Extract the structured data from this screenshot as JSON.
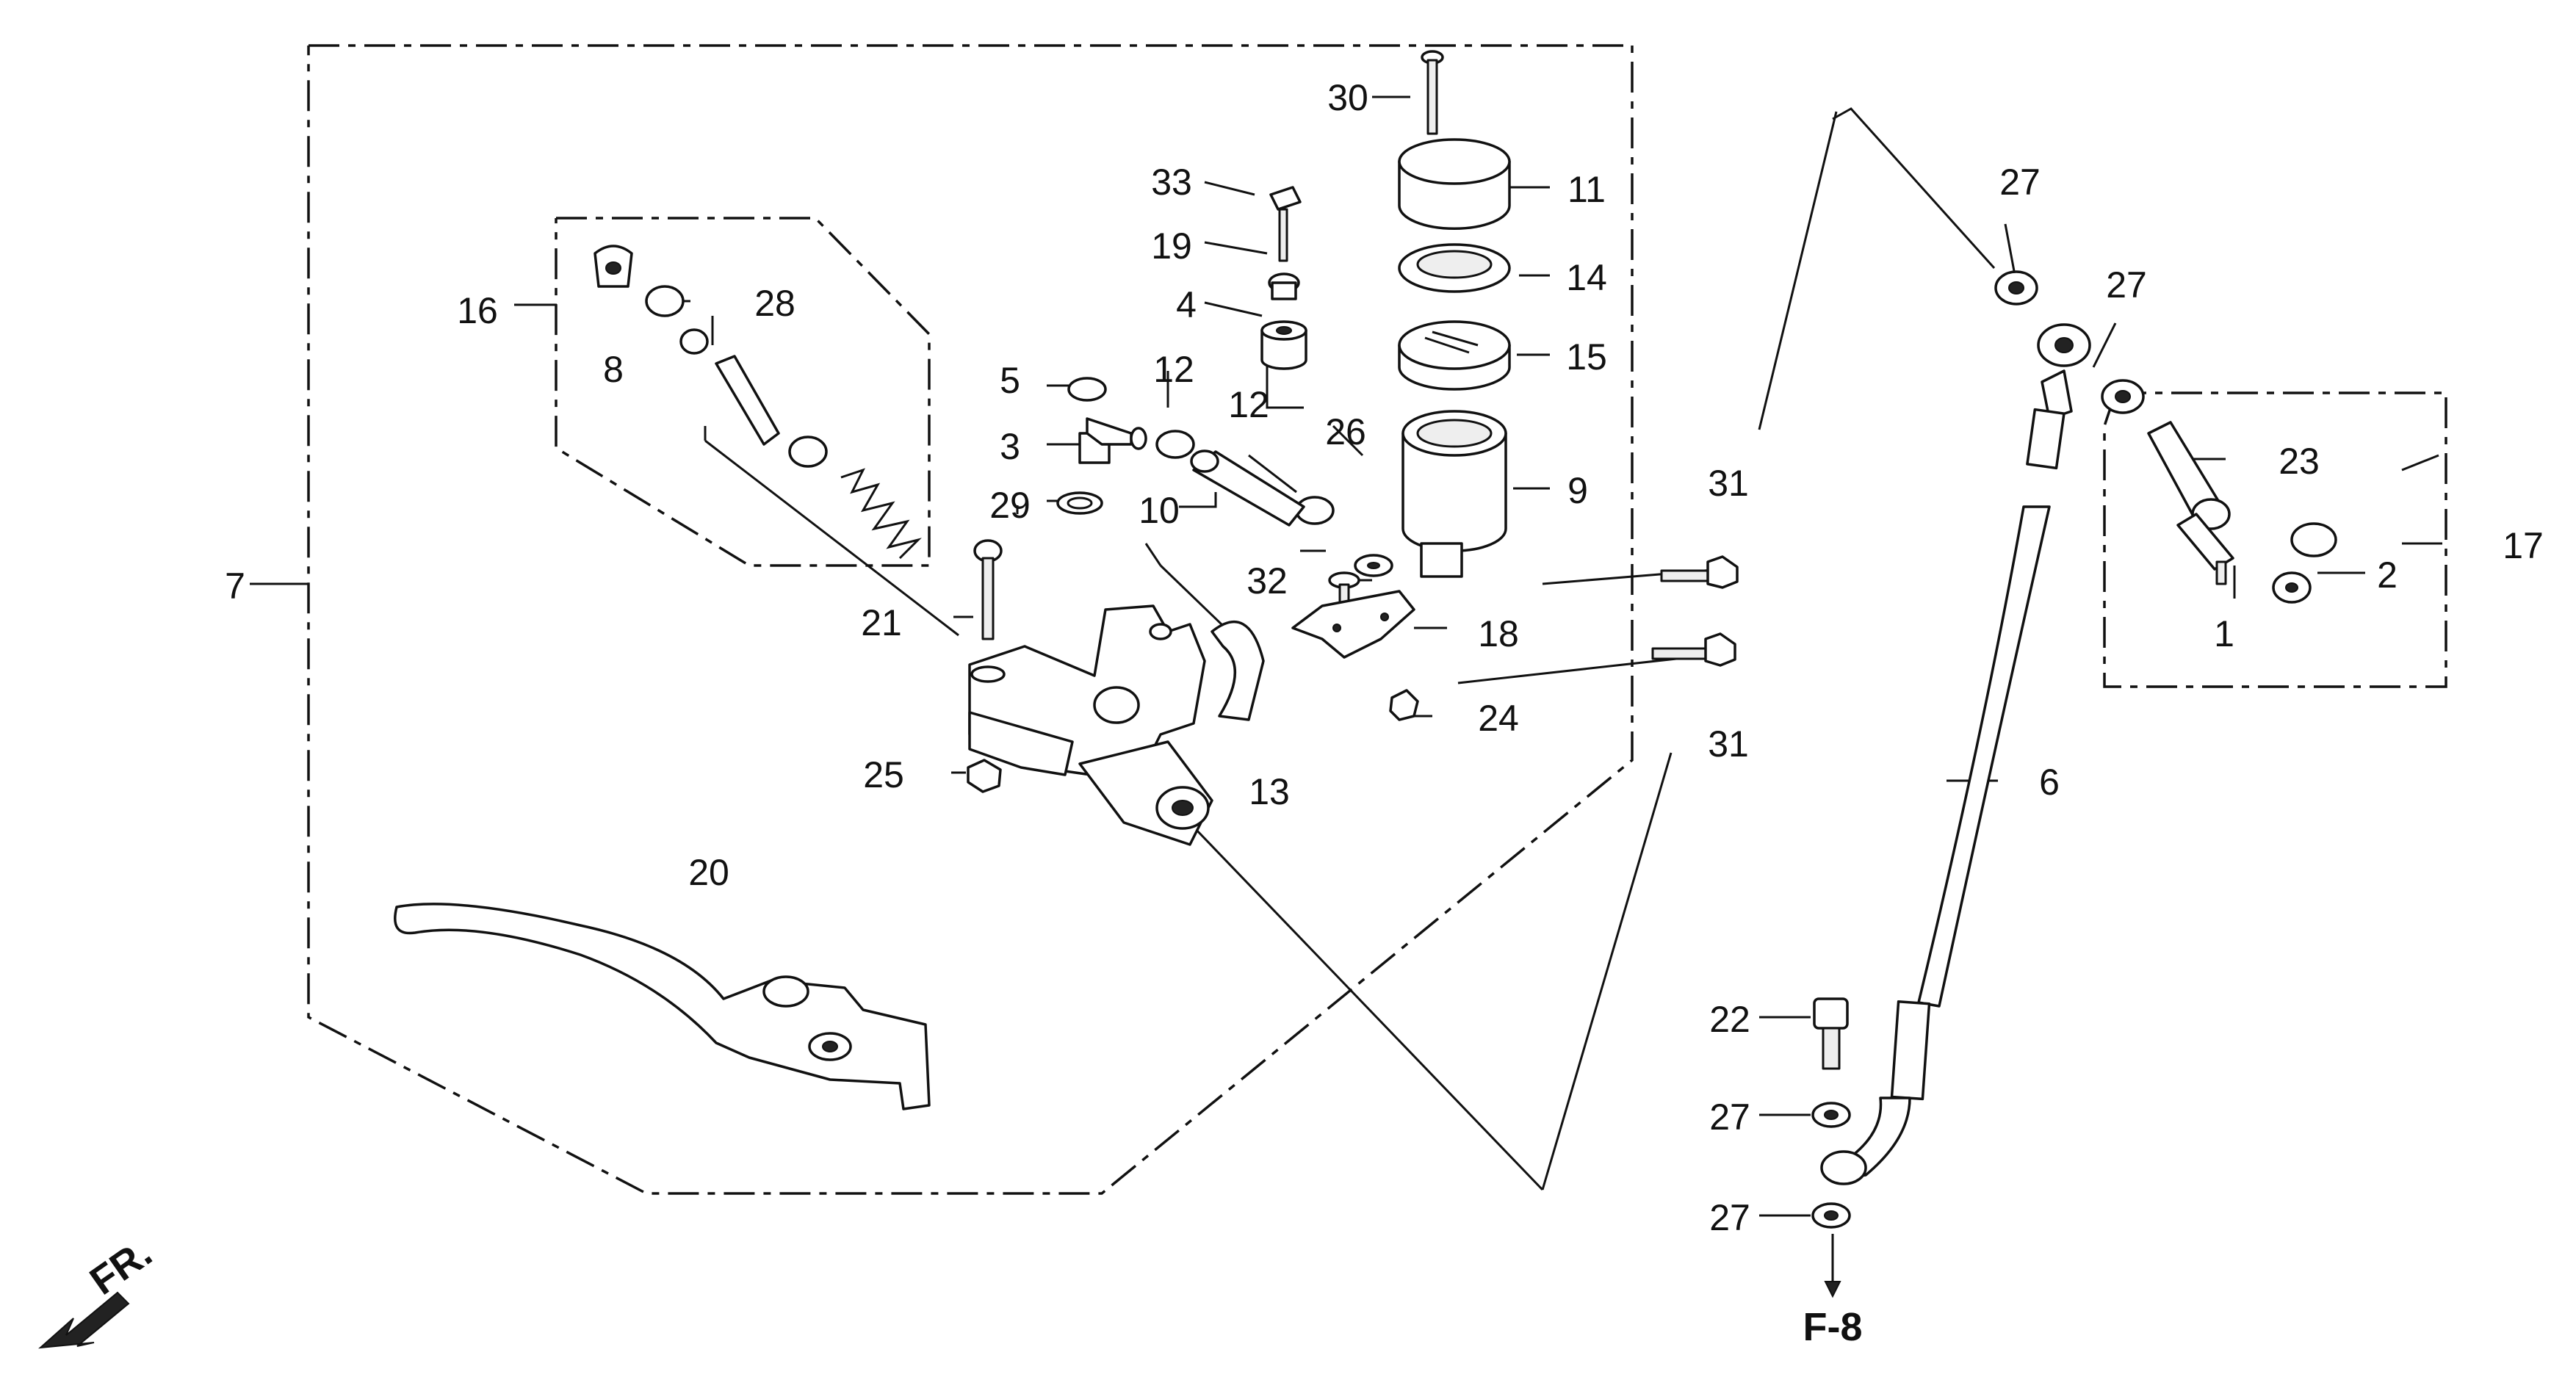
{
  "diagram": {
    "parts": [
      {
        "num": "1"
      },
      {
        "num": "2"
      },
      {
        "num": "3"
      },
      {
        "num": "4"
      },
      {
        "num": "5"
      },
      {
        "num": "6"
      },
      {
        "num": "7"
      },
      {
        "num": "8"
      },
      {
        "num": "9"
      },
      {
        "num": "10"
      },
      {
        "num": "11"
      },
      {
        "num": "12"
      },
      {
        "num": "12"
      },
      {
        "num": "13"
      },
      {
        "num": "14"
      },
      {
        "num": "15"
      },
      {
        "num": "16"
      },
      {
        "num": "17"
      },
      {
        "num": "18"
      },
      {
        "num": "19"
      },
      {
        "num": "20"
      },
      {
        "num": "21"
      },
      {
        "num": "22"
      },
      {
        "num": "23"
      },
      {
        "num": "24"
      },
      {
        "num": "25"
      },
      {
        "num": "26"
      },
      {
        "num": "27"
      },
      {
        "num": "27"
      },
      {
        "num": "27"
      },
      {
        "num": "27"
      },
      {
        "num": "28"
      },
      {
        "num": "29"
      },
      {
        "num": "30"
      },
      {
        "num": "31"
      },
      {
        "num": "31"
      },
      {
        "num": "32"
      },
      {
        "num": "33"
      }
    ],
    "reference_label": "F-8",
    "direction_label": "FR."
  }
}
